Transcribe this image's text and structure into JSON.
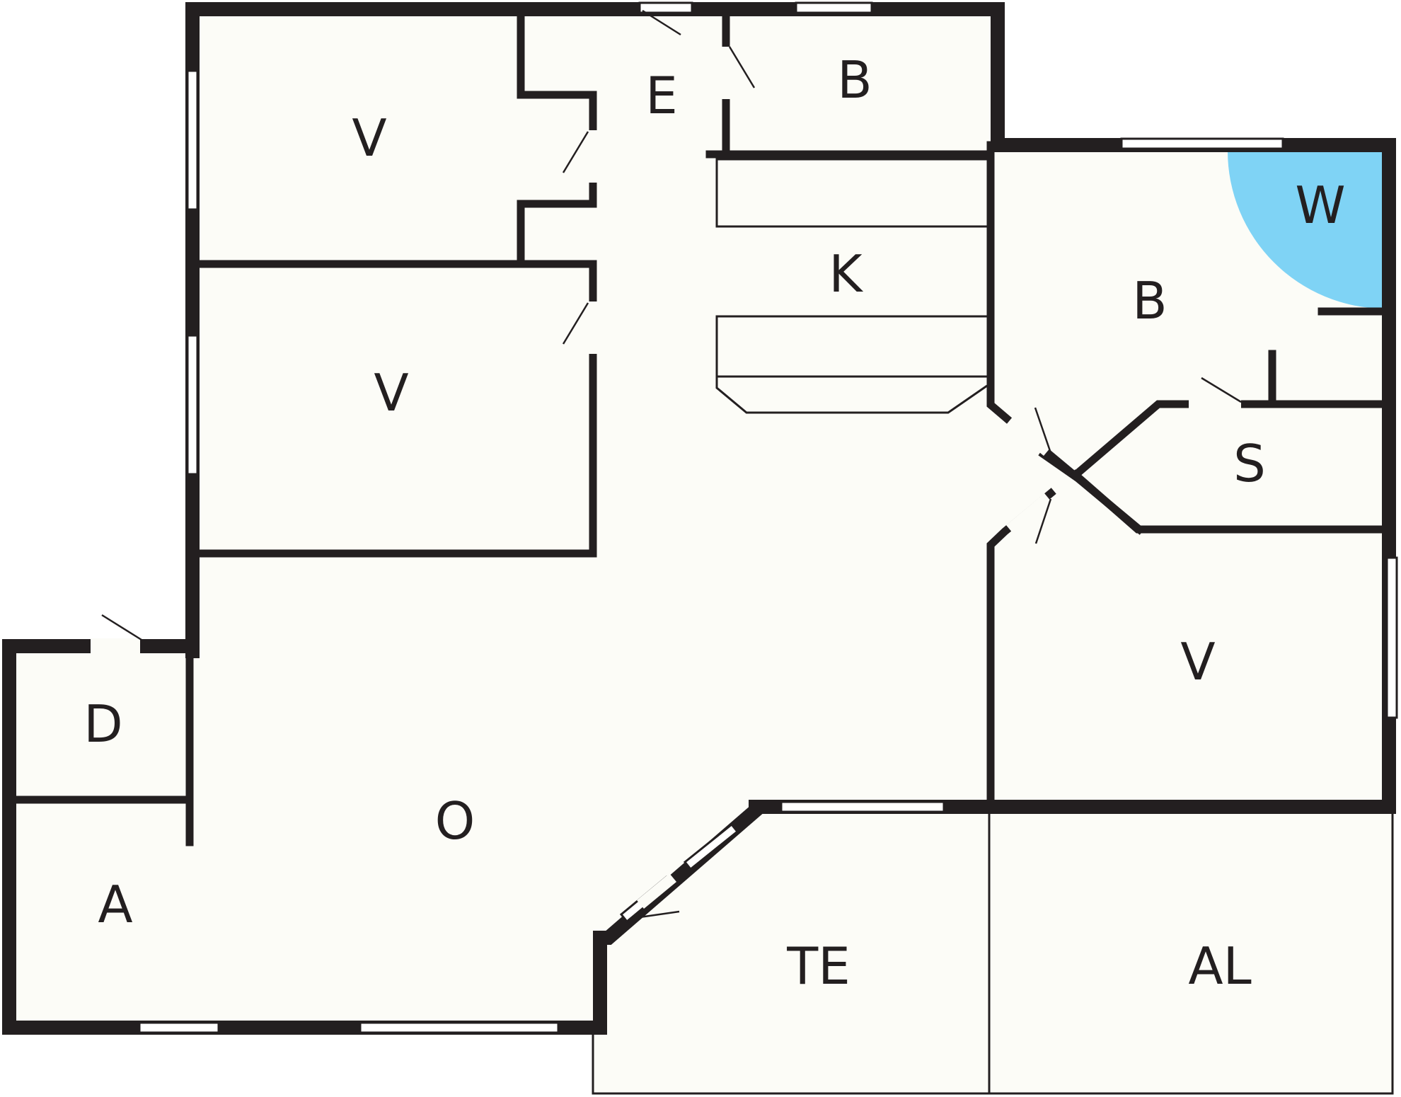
{
  "colors": {
    "floor": "#fcfcf7",
    "wall": "#231f20",
    "shower": "#7fd3f5",
    "background": "#ffffff"
  },
  "rooms": {
    "bedroom_top_left": "V",
    "bedroom_middle_left": "V",
    "entrance": "E",
    "bath_top": "B",
    "kitchen": "K",
    "bath_right": "B",
    "shower": "W",
    "storage": "S",
    "bedroom_right": "V",
    "closet": "D",
    "living": "O",
    "dining": "A",
    "terrace": "TE",
    "balcony": "AL"
  }
}
